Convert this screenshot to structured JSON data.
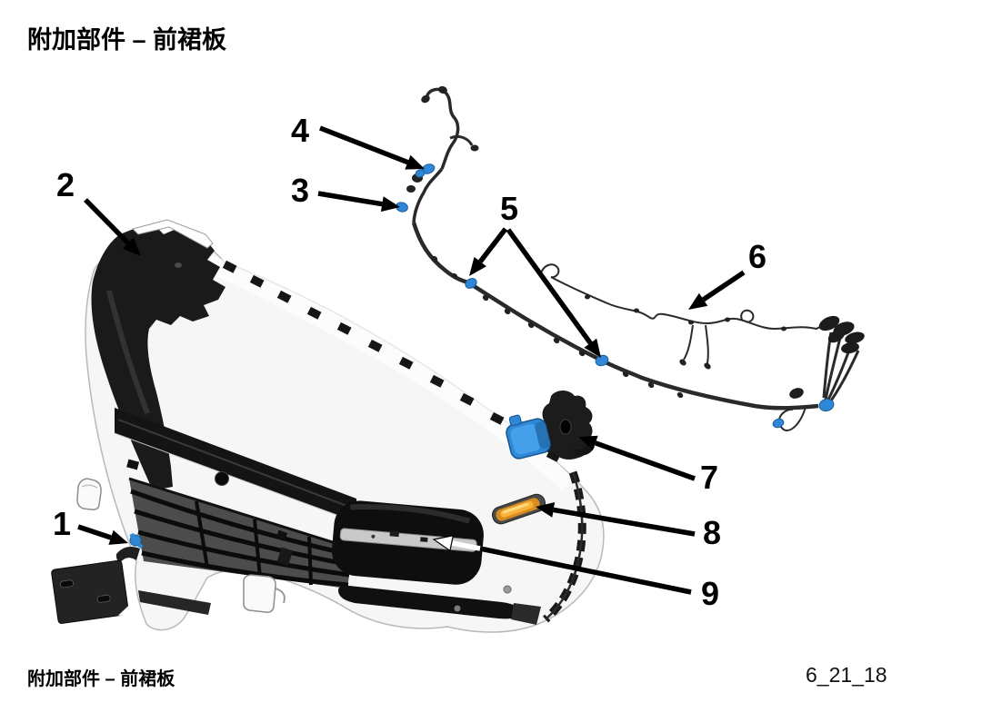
{
  "page": {
    "title": "附加部件 – 前裙板"
  },
  "footer": {
    "caption": "附加部件 – 前裙板",
    "figure_code": "6_21_18"
  },
  "callouts": [
    {
      "label": "1"
    },
    {
      "label": "2"
    },
    {
      "label": "3"
    },
    {
      "label": "4"
    },
    {
      "label": "5"
    },
    {
      "label": "6"
    },
    {
      "label": "7"
    },
    {
      "label": "8"
    },
    {
      "label": "9"
    }
  ],
  "colors": {
    "highlight_blue": "#2f87d6",
    "marker_amber": "#f2a93b",
    "diagram_line": "#000000"
  }
}
